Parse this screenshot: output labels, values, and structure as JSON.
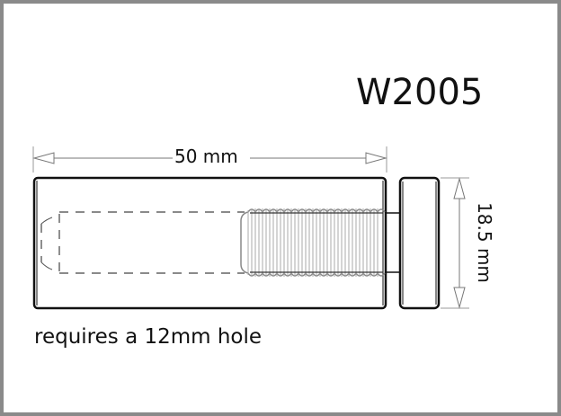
{
  "drawing": {
    "part_number": "W2005",
    "dimensions": {
      "length_label": "50 mm",
      "diameter_label": "18.5 mm"
    },
    "note": "requires a 12mm hole",
    "components": [
      {
        "name": "barrel",
        "features": [
          "internal dashed hole",
          "threaded stud"
        ]
      },
      {
        "name": "cap"
      }
    ],
    "colors": {
      "frame": "#8a8a8a",
      "outline": "#111111",
      "thread": "#999999",
      "dimension_line": "#777777"
    }
  }
}
